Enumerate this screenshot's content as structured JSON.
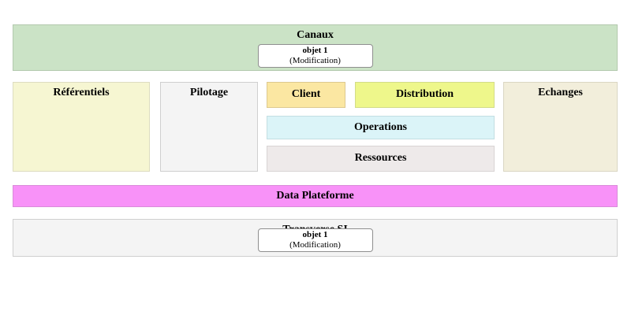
{
  "colors": {
    "canaux_bg": "#cbe3c6",
    "referentiels_bg": "#f6f6d2",
    "pilotage_bg": "#f4f4f4",
    "client_bg": "#fbe7a2",
    "distribution_bg": "#eef78b",
    "operations_bg": "#dbf4f8",
    "ressources_bg": "#eeeaea",
    "echanges_bg": "#f2eedb",
    "data_plateforme_bg": "#f892f8",
    "transverse_si_bg": "#f4f4f4",
    "object_box_bg": "#ffffff",
    "text": "#000000"
  },
  "blocks": {
    "canaux": {
      "label": "Canaux",
      "object": {
        "name": "objet 1",
        "action": "(Modification)"
      }
    },
    "referentiels": {
      "label": "Référentiels"
    },
    "pilotage": {
      "label": "Pilotage"
    },
    "client": {
      "label": "Client"
    },
    "distribution": {
      "label": "Distribution"
    },
    "operations": {
      "label": "Operations"
    },
    "ressources": {
      "label": "Ressources"
    },
    "echanges": {
      "label": "Echanges"
    },
    "data_plateforme": {
      "label": "Data Plateforme"
    },
    "transverse_si": {
      "label": "Transverse SI",
      "object": {
        "name": "objet 1",
        "action": "(Modification)"
      }
    }
  }
}
